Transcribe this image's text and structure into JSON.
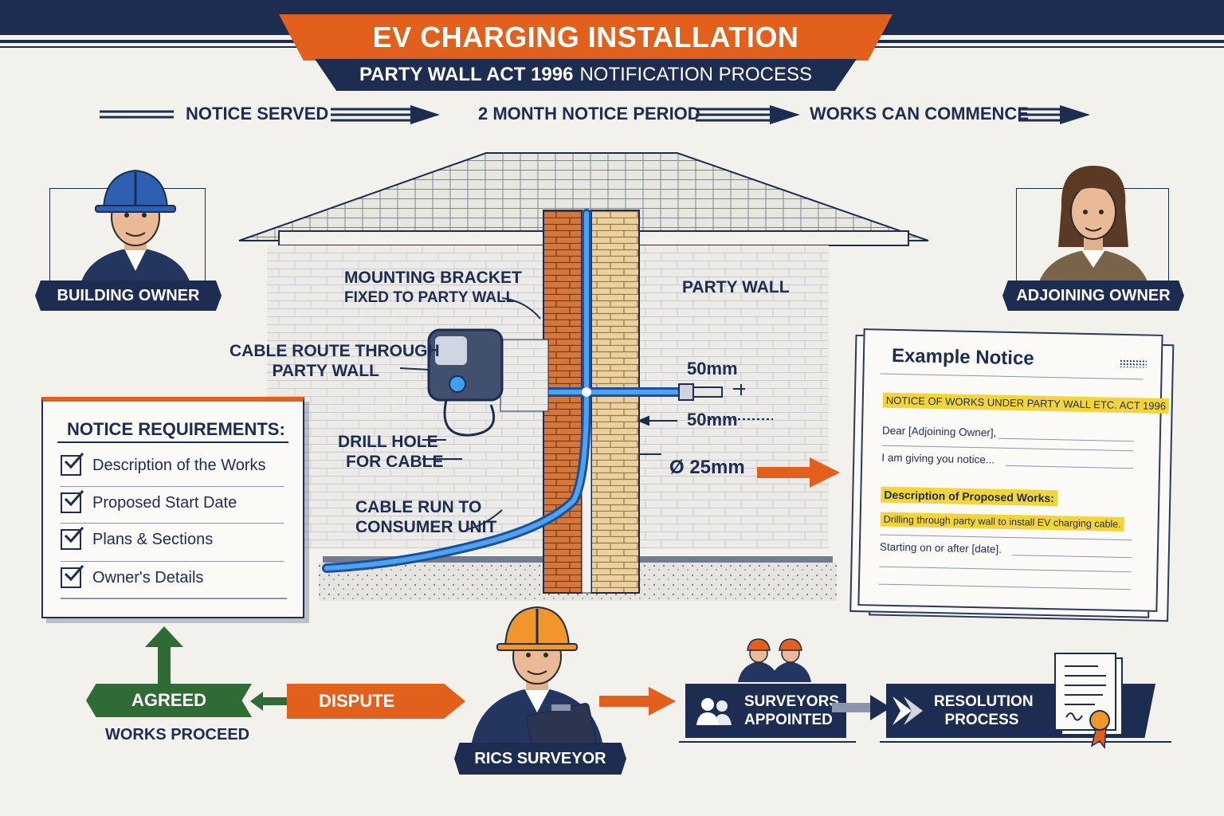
{
  "header": {
    "title": "EV CHARGING INSTALLATION",
    "subtitle_bold": "PARTY WALL ACT 1996",
    "subtitle_rest": "NOTIFICATION PROCESS"
  },
  "timeline": {
    "step1": "NOTICE SERVED",
    "step2": "2 MONTH NOTICE PERIOD",
    "step3": "WORKS CAN COMMENCE"
  },
  "people": {
    "building_owner": "BUILDING OWNER",
    "adjoining_owner": "ADJOINING OWNER",
    "surveyor": "RICS SURVEYOR"
  },
  "diagram": {
    "bracket_line1": "MOUNTING BRACKET",
    "bracket_line2": "FIXED TO PARTY WALL",
    "party_wall": "PARTY WALL",
    "cable_route_line1": "CABLE ROUTE THROUGH",
    "cable_route_line2": "PARTY WALL",
    "drill_line1": "DRILL HOLE",
    "drill_line2": "FOR CABLE",
    "cable_run_line1": "CABLE RUN TO",
    "cable_run_line2": "CONSUMER UNIT",
    "dim_top": "50mm",
    "dim_mid": "50mm",
    "dim_dia": "Ø 25mm"
  },
  "requirements": {
    "title": "NOTICE REQUIREMENTS:",
    "items": [
      "Description of the Works",
      "Proposed Start Date",
      "Plans & Sections",
      "Owner's Details"
    ]
  },
  "notice": {
    "title": "Example Notice",
    "heading": "NOTICE OF WORKS UNDER PARTY WALL ETC. ACT 1996",
    "greeting": "Dear [Adjoining Owner],",
    "intro": "I am giving you notice...",
    "desc_heading": "Description of Proposed Works:",
    "desc_text": "Drilling through party wall to install EV charging cable.",
    "start": "Starting on or after [date]."
  },
  "process": {
    "agreed": "AGREED",
    "works_proceed": "WORKS PROCEED",
    "dispute": "DISPUTE",
    "surveyors_line1": "SURVEYORS",
    "surveyors_line2": "APPOINTED",
    "resolution_line1": "RESOLUTION",
    "resolution_line2": "PROCESS"
  },
  "colors": {
    "navy": "#1d2d52",
    "orange": "#e2601c",
    "green": "#2e6b35",
    "cable_blue": "#2f7fd6",
    "highlight": "#f3d43a"
  },
  "icons": [
    "hard-hat-icon",
    "checkbox-icon",
    "ev-charger-icon",
    "certificate-icon",
    "surveyors-group-icon",
    "clipboard-icon"
  ]
}
